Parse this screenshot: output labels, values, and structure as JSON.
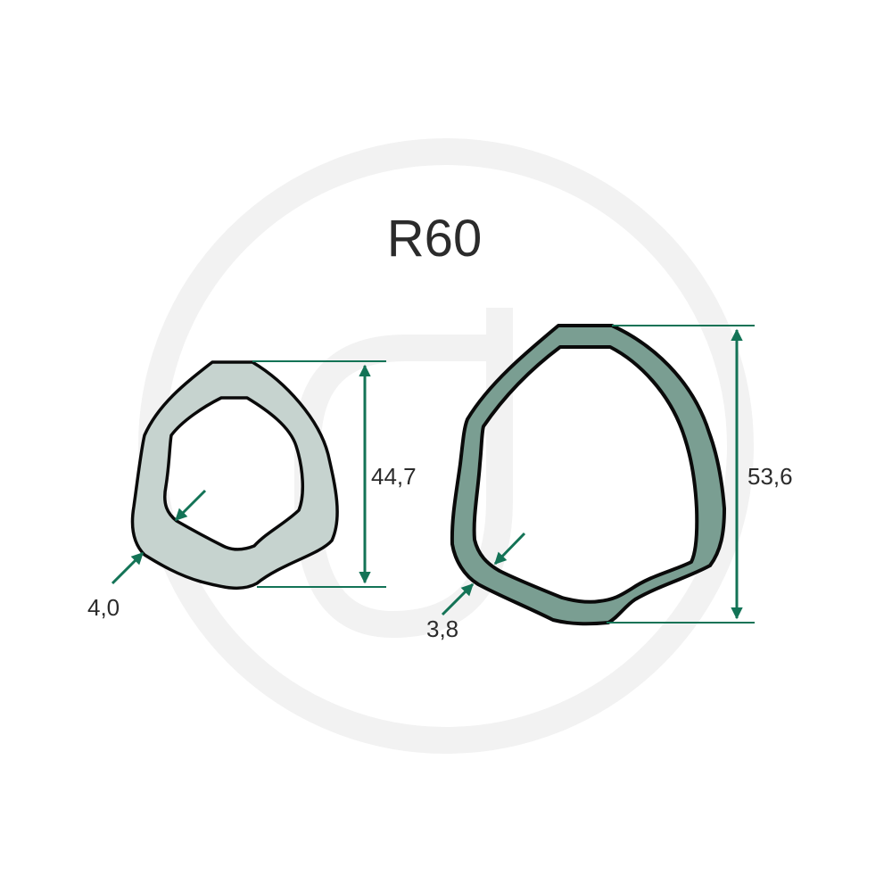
{
  "title": "R60",
  "colors": {
    "small_profile_fill": "#c6d3cf",
    "large_profile_fill": "#7a9e92",
    "outline": "#0a0a0a",
    "dimension": "#137356",
    "watermark": "#f2f2f2",
    "text": "#2b2b2b"
  },
  "profiles": [
    {
      "name": "small",
      "height_label": "44,7",
      "wall_label": "4,0"
    },
    {
      "name": "large",
      "height_label": "53,6",
      "wall_label": "3,8"
    }
  ]
}
